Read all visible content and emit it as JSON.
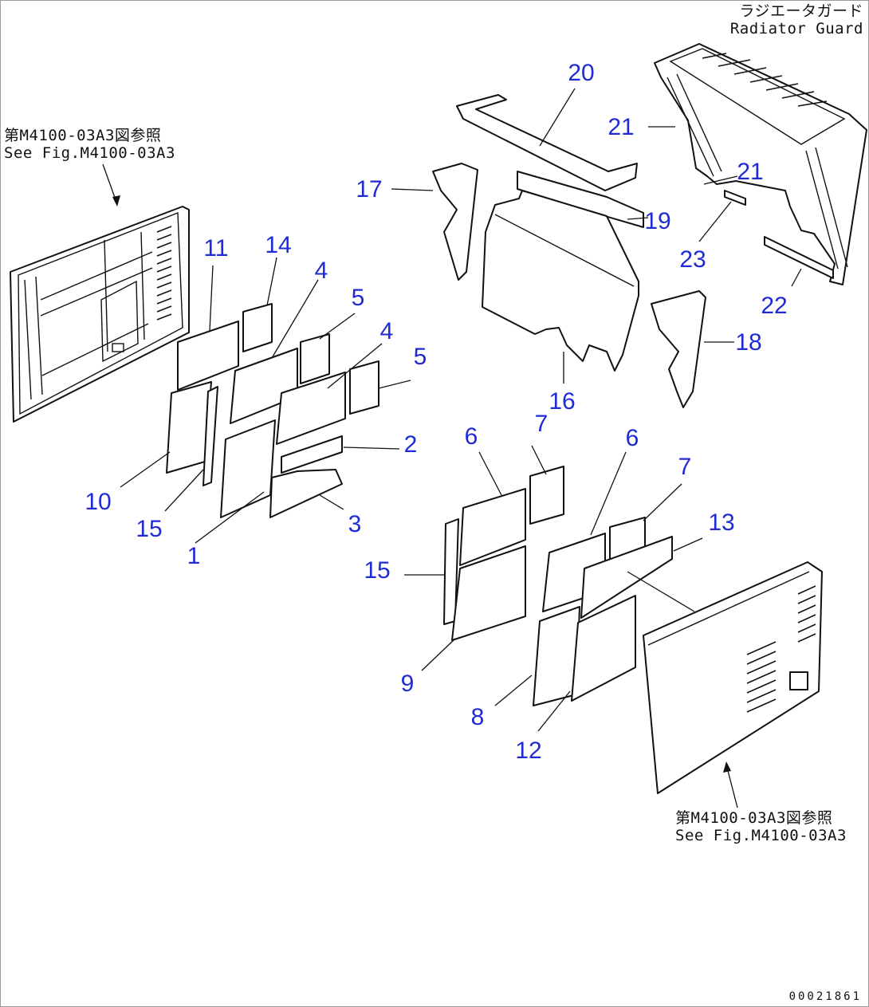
{
  "notes": {
    "radiator_guard": {
      "jp": "ラジエータガード",
      "en": "Radiator Guard"
    },
    "ref_left": {
      "jp": "第M4100-03A3図参照",
      "en": "See Fig.M4100-03A3"
    },
    "ref_right": {
      "jp": "第M4100-03A3図参照",
      "en": "See Fig.M4100-03A3"
    }
  },
  "callouts": [
    "20",
    "21",
    "21",
    "17",
    "19",
    "23",
    "22",
    "18",
    "16",
    "11",
    "14",
    "4",
    "5",
    "4",
    "5",
    "2",
    "3",
    "1",
    "10",
    "15",
    "6",
    "7",
    "6",
    "7",
    "13",
    "15",
    "9",
    "8",
    "12"
  ],
  "drawing_code": "00021861",
  "colors": {
    "callout": "#1f2bd6",
    "line": "#111111",
    "border": "#9a9a9a"
  }
}
